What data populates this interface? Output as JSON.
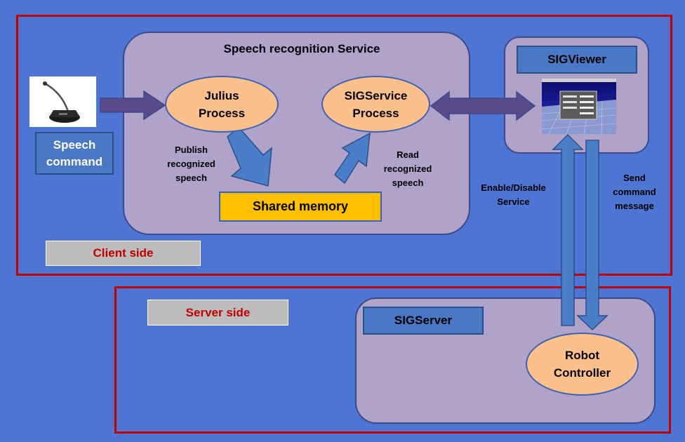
{
  "regions": {
    "client_side_label": "Client side",
    "server_side_label": "Server side"
  },
  "speech_service": {
    "title": "Speech recognition Service",
    "julius": "Julius\nProcess",
    "sigservice": "SIGService\nProcess",
    "shared_memory": "Shared memory",
    "publish_label": "Publish\nrecognized\nspeech",
    "read_label": "Read\nrecognized\nspeech"
  },
  "input": {
    "speech_command": "Speech\ncommand"
  },
  "viewer": {
    "title": "SIGViewer"
  },
  "links": {
    "enable_disable": "Enable/Disable\nService",
    "send_command": "Send\ncommand\nmessage"
  },
  "server": {
    "title": "SIGServer",
    "robot_controller": "Robot\nController"
  },
  "colors": {
    "background": "#4f75d4",
    "region_border": "#c00000",
    "panel": "#b0a2c8",
    "ellipse": "#fbc08c",
    "shared_memory": "#ffc000",
    "arrow_blue": "#4a7ec8",
    "arrow_purple": "#5a4a8c"
  }
}
